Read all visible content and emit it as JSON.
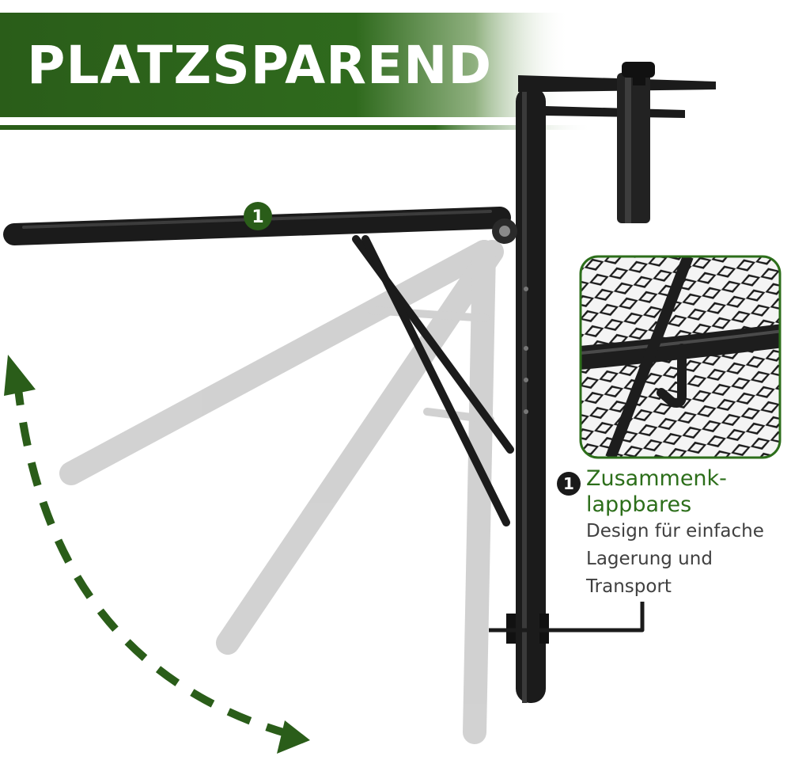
{
  "banner": {
    "title": "PLATZSPAREND",
    "color_dark": "#2a5d19",
    "color_light": "#ffffff"
  },
  "marker": {
    "label": "1"
  },
  "callout": {
    "number": "1",
    "heading_line1": "Zusammenk-",
    "heading_line2": "lappbares",
    "body_line1": "Design für einfache",
    "body_line2": "Lagerung und",
    "body_line3": "Transport",
    "heading_color": "#2c6e1a"
  },
  "icons": {
    "arrow": "dashed-curved-double-arrow-icon",
    "inset": "mesh-hook-detail-image"
  }
}
